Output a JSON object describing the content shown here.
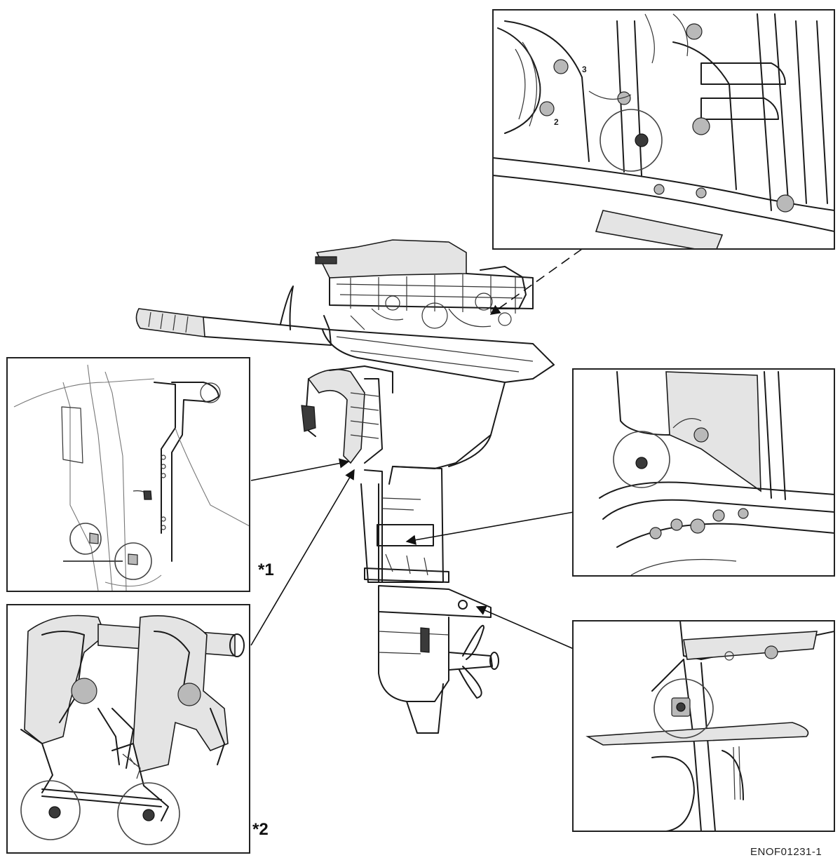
{
  "labels": {
    "callout_1": "*1",
    "callout_2": "*2",
    "figure_code": "ENOF01231-1",
    "detail_number_2": "2",
    "detail_number_3": "3"
  },
  "icons": [
    "outboard-motor-illustration",
    "magnified-detail-circle"
  ]
}
